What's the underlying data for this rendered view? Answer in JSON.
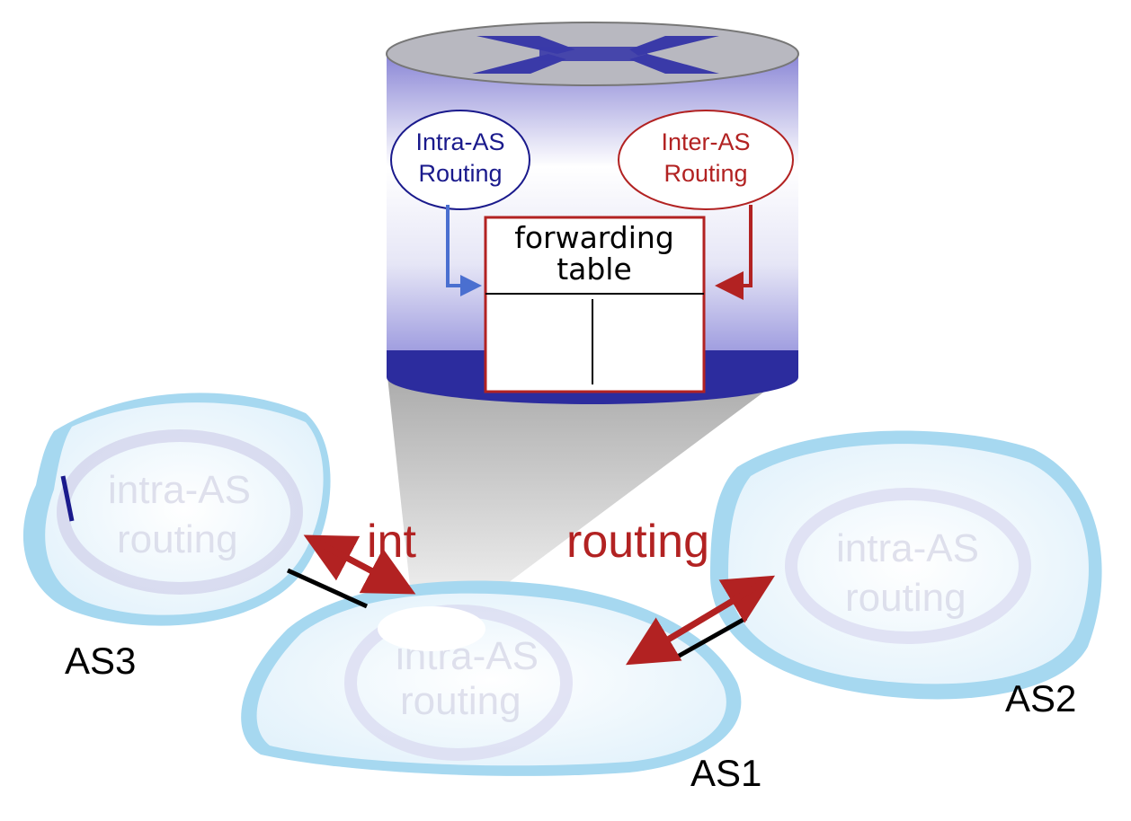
{
  "router": {
    "intra_oval": {
      "line1": "Intra-AS",
      "line2": "Routing",
      "color": "#1a1a8c"
    },
    "inter_oval": {
      "line1": "Inter-AS",
      "line2": "Routing",
      "color": "#b22222"
    },
    "forwarding_table": {
      "line1": "forwarding",
      "line2": "table",
      "border_color": "#b22222"
    },
    "top_color": "#b8b8c0",
    "x_symbol_color": "#3a3aa8",
    "band_color": "#2c2c9e"
  },
  "banner": {
    "text_left": "int",
    "text_right": "routing",
    "color": "#b22222"
  },
  "networks": {
    "as3": {
      "label": "AS3",
      "ghost_line1": "intra-AS",
      "ghost_line2": "routing"
    },
    "as1": {
      "label": "AS1",
      "ghost_line1": "intra-AS",
      "ghost_line2": "routing"
    },
    "as2": {
      "label": "AS2",
      "ghost_line1": "intra-AS",
      "ghost_line2": "routing"
    }
  },
  "colors": {
    "cloud_edge": "#9fd3ee",
    "cloud_fill": "#eef7fd",
    "arrow": "#b22222",
    "link": "#000000",
    "spotlight": "#c8c8c8"
  }
}
